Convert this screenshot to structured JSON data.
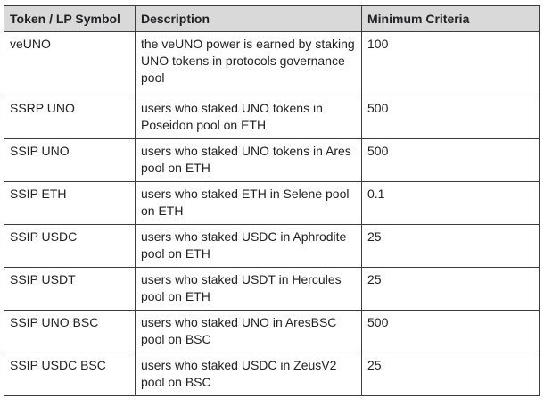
{
  "table": {
    "headers": [
      "Token / LP Symbol",
      "Description",
      "Minimum Criteria"
    ],
    "rows": [
      [
        "veUNO",
        "the veUNO power is earned by staking UNO tokens in protocols governance pool",
        "100"
      ],
      [
        "SSRP UNO",
        "users who staked UNO tokens in Poseidon pool on ETH",
        "500"
      ],
      [
        "SSIP UNO",
        "users who staked UNO tokens in Ares pool on ETH",
        "500"
      ],
      [
        "SSIP ETH",
        "users who staked ETH in Selene pool on ETH",
        "0.1"
      ],
      [
        "SSIP USDC",
        "users who staked USDC in Aphrodite pool on ETH",
        "25"
      ],
      [
        "SSIP USDT",
        "users who staked USDT in Hercules pool on ETH",
        "25"
      ],
      [
        "SSIP UNO BSC",
        "users who staked UNO in AresBSC pool on BSC",
        "500"
      ],
      [
        "SSIP USDC BSC",
        "users who staked USDC in ZeusV2 pool on BSC",
        "25"
      ]
    ]
  },
  "colors": {
    "header_bg": "#d9d9d9",
    "border": "#3c3c3c",
    "text": "#202124"
  }
}
